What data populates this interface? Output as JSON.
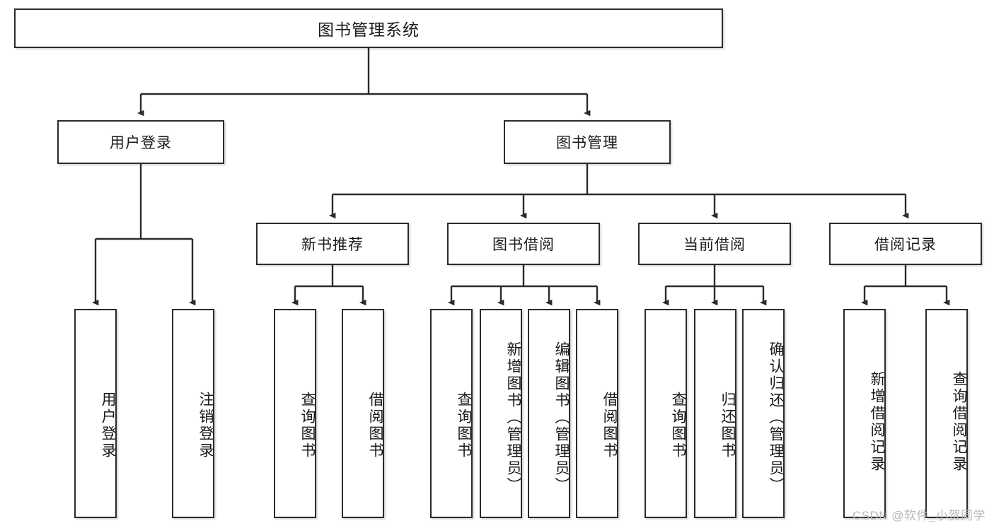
{
  "diagram": {
    "title_node": {
      "label": "图书管理系统"
    },
    "level2": [
      {
        "id": "user-login",
        "label": "用户登录"
      },
      {
        "id": "book-management",
        "label": "图书管理"
      }
    ],
    "level3": [
      {
        "id": "new-book-recommend",
        "label": "新书推荐"
      },
      {
        "id": "book-borrow",
        "label": "图书借阅"
      },
      {
        "id": "current-borrow",
        "label": "当前借阅"
      },
      {
        "id": "borrow-record",
        "label": "借阅记录"
      }
    ],
    "leaves": {
      "user_login": [
        {
          "id": "leaf-user-login",
          "label": "用户登录"
        },
        {
          "id": "leaf-logout-login",
          "label": "注销登录"
        }
      ],
      "new_book_recommend": [
        {
          "id": "leaf-query-book-1",
          "label": "查询图书"
        },
        {
          "id": "leaf-borrow-book-1",
          "label": "借阅图书"
        }
      ],
      "book_borrow": [
        {
          "id": "leaf-query-book-2",
          "label": "查询图书"
        },
        {
          "id": "leaf-add-book-admin",
          "label": "新增图书（管理员）"
        },
        {
          "id": "leaf-edit-book-admin",
          "label": "编辑图书（管理员）"
        },
        {
          "id": "leaf-borrow-book-2",
          "label": "借阅图书"
        }
      ],
      "current_borrow": [
        {
          "id": "leaf-query-book-3",
          "label": "查询图书"
        },
        {
          "id": "leaf-return-book",
          "label": "归还图书"
        },
        {
          "id": "leaf-confirm-return-admin",
          "label": "确认归还（管理员）"
        }
      ],
      "borrow_record": [
        {
          "id": "leaf-add-borrow-record",
          "label": "新增借阅记录"
        },
        {
          "id": "leaf-query-borrow-record",
          "label": "查询借阅记录"
        }
      ]
    }
  },
  "watermark": {
    "text": "CSDN @软件_小贺同学"
  },
  "colors": {
    "border": "#2b2b2b",
    "background": "#ffffff",
    "text": "#1a1a1a",
    "watermark": "#b9b9b9"
  }
}
